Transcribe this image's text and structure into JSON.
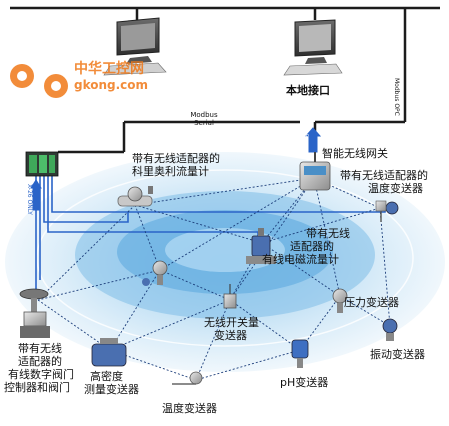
{
  "watermark": {
    "cn": "中华工控网",
    "en": "gkong.com",
    "color": "#f07818"
  },
  "labels": {
    "local_interface": "本地接口",
    "modbus_serial_1": "Modbus",
    "modbus_serial_2": "Serial",
    "modbus_opc_1": "Modbus",
    "modbus_opc_2": "OPC",
    "hart_1": "HART",
    "hart_2": "DATA",
    "x26_1": "X-26",
    "x26_2": "ONLY",
    "smart_gateway": "智能无线网关",
    "coriolis_1": "带有无线适配器的",
    "coriolis_2": "科里奥利流量计",
    "temp_tx_1": "带有无线适配器的",
    "temp_tx_2": "温度变送器",
    "mag_1": "带有无线",
    "mag_2": "适配器的",
    "mag_3": "有线电磁流量计",
    "pressure_tx": "压力变送器",
    "switch_1": "无线开关量",
    "switch_2": "变送器",
    "vibration_tx": "振动变送器",
    "valve_1": "带有无线",
    "valve_2": "适配器的",
    "valve_3": "有线数字阀门",
    "valve_4": "控制器和阀门",
    "density_1": "高密度",
    "density_2": "测量变送器",
    "ph_tx": "pH变送器",
    "temperature_tx": "温度变送器"
  },
  "colors": {
    "mesh_outer": "#d6eaf6",
    "mesh_mid": "#a9d3ef",
    "mesh_inner": "#6fb6e6",
    "link_line": "#1b3d7a",
    "cable": "#1c1c1c",
    "wire_blue": "#2a64c8"
  }
}
